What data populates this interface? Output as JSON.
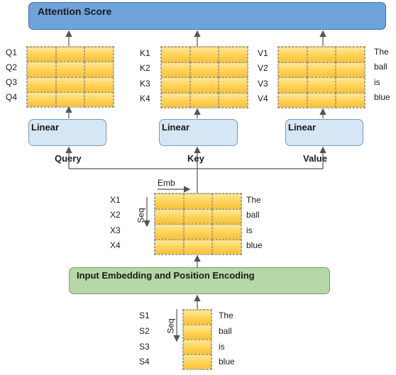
{
  "attention": {
    "title": "Attention Score"
  },
  "linear_label": "Linear",
  "inputs": {
    "query": "Query",
    "key": "Key",
    "value": "Value"
  },
  "embedding": {
    "title": "Input Embedding and Position Encoding"
  },
  "emb_axis": "Emb",
  "seq_axis": "Seq",
  "q_rows": [
    "Q1",
    "Q2",
    "Q3",
    "Q4"
  ],
  "k_rows": [
    "K1",
    "K2",
    "K3",
    "K4"
  ],
  "v_rows": [
    "V1",
    "V2",
    "V3",
    "V4"
  ],
  "x_rows": [
    "X1",
    "X2",
    "X3",
    "X4"
  ],
  "s_rows": [
    "S1",
    "S2",
    "S3",
    "S4"
  ],
  "words": [
    "The",
    "ball",
    "is",
    "blue"
  ]
}
